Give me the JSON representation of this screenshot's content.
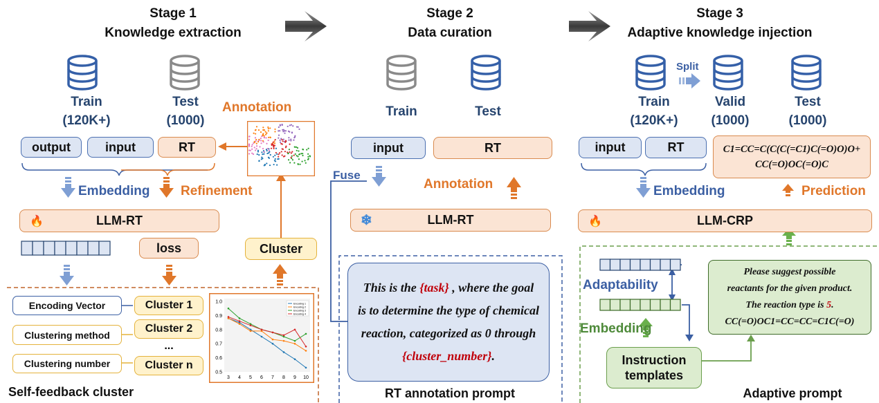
{
  "stage1": {
    "title_line1": "Stage 1",
    "title_line2": "Knowledge extraction",
    "train_label": "Train",
    "train_count": "(120K+)",
    "test_label": "Test",
    "test_count": "(1000)",
    "output_box": "output",
    "input_box": "input",
    "rt_box": "RT",
    "annotation": "Annotation",
    "embedding": "Embedding",
    "refinement": "Refinement",
    "model": "LLM-RT",
    "loss": "loss",
    "cluster": "Cluster",
    "encoding_vector": "Encoding Vector",
    "clustering_method": "Clustering method",
    "clustering_number": "Clustering number",
    "cluster1": "Cluster 1",
    "cluster2": "Cluster 2",
    "cluster_dots": "...",
    "clustern": "Cluster n",
    "section_label": "Self-feedback cluster"
  },
  "stage2": {
    "title_line1": "Stage 2",
    "title_line2": "Data curation",
    "train_label": "Train",
    "test_label": "Test",
    "input_box": "input",
    "rt_box": "RT",
    "fuse": "Fuse",
    "annotation": "Annotation",
    "model": "LLM-RT",
    "prompt_p1": "This is the ",
    "prompt_task": "{task}",
    "prompt_p2": " , where the goal is to determine the type of chemical reaction, categorized as 0 through ",
    "prompt_cluster": "{cluster_number}",
    "prompt_p3": ".",
    "section_label": "RT annotation prompt"
  },
  "stage3": {
    "title_line1": "Stage 3",
    "title_line2": "Adaptive knowledge injection",
    "split": "Split",
    "train_label": "Train",
    "train_count": "(120K+)",
    "valid_label": "Valid",
    "valid_count": "(1000)",
    "test_label": "Test",
    "test_count": "(1000)",
    "input_box": "input",
    "rt_box": "RT",
    "smiles_line1": "C1=CC=C(C(C(=C1)C(=O)O)O+",
    "smiles_line2": "CC(=O)OC(=O)C",
    "embedding": "Embedding",
    "prediction": "Prediction",
    "model": "LLM-CRP",
    "adaptability": "Adaptability",
    "embedding2": "Embedding",
    "instruction_line1": "Instruction",
    "instruction_line2": "templates",
    "prompt_line1": "Please suggest possible",
    "prompt_line2": "reactants for the given product.",
    "prompt_line3a": "The reaction type is ",
    "prompt_line3b": "5",
    "prompt_line3c": ".",
    "prompt_line4": "CC(=O)OC1=CC=CC=C1C(=O)",
    "section_label": "Adaptive prompt"
  },
  "mini_chart": {
    "y_ticks": [
      "1.0",
      "0.9",
      "0.8",
      "0.7",
      "0.6",
      "0.5"
    ],
    "x_ticks": [
      "3",
      "4",
      "5",
      "6",
      "7",
      "8",
      "9",
      "10"
    ],
    "legend": [
      "Encoding 1",
      "Encoding 2",
      "Encoding 3",
      "Encoding 4"
    ],
    "colors": [
      "#1f77b4",
      "#ff7f0e",
      "#2ca02c",
      "#d62728"
    ]
  },
  "colors": {
    "blue_accent": "#3b5fa3",
    "orange_accent": "#e0772a",
    "green_accent": "#4e8a3a",
    "red_text": "#c0000a"
  }
}
